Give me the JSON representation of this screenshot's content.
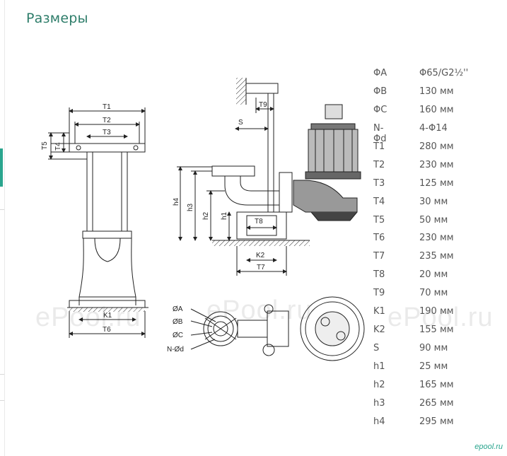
{
  "title": "Размеры",
  "specs": [
    {
      "key": "ΦA",
      "value": "Φ65/G2½''"
    },
    {
      "key": "ΦB",
      "value": "130 мм"
    },
    {
      "key": "ΦC",
      "value": "160 мм"
    },
    {
      "key": "N-Φd",
      "value": "4-Φ14"
    },
    {
      "key": "T1",
      "value": "280 мм"
    },
    {
      "key": "T2",
      "value": "230 мм"
    },
    {
      "key": "T3",
      "value": "125 мм"
    },
    {
      "key": "T4",
      "value": "30 мм"
    },
    {
      "key": "T5",
      "value": "50 мм"
    },
    {
      "key": "T6",
      "value": "230 мм"
    },
    {
      "key": "T7",
      "value": "235 мм"
    },
    {
      "key": "T8",
      "value": "20 мм"
    },
    {
      "key": "T9",
      "value": "70 мм"
    },
    {
      "key": "K1",
      "value": "190 мм"
    },
    {
      "key": "K2",
      "value": "155 мм"
    },
    {
      "key": "S",
      "value": "90 мм"
    },
    {
      "key": "h1",
      "value": "25 мм"
    },
    {
      "key": "h2",
      "value": "165 мм"
    },
    {
      "key": "h3",
      "value": "265 мм"
    },
    {
      "key": "h4",
      "value": "295 мм"
    }
  ],
  "drawing_labels": {
    "t1": "T1",
    "t2": "T2",
    "t3": "T3",
    "t4": "T4",
    "t5": "T5",
    "t6": "T6",
    "k1": "K1",
    "s": "S",
    "t9": "T9",
    "h1": "h1",
    "h2": "h2",
    "h3": "h3",
    "h4": "h4",
    "t8": "T8",
    "k2": "K2",
    "t7": "T7",
    "phi_a": "ØA",
    "phi_b": "ØB",
    "phi_c": "ØC",
    "n_phi_d": "N-Ød"
  },
  "watermark": "ePool.ru",
  "brand": "epool.ru",
  "colors": {
    "title": "#2e7d6a",
    "accent": "#2aa58e",
    "text": "#555555",
    "line": "#222222"
  }
}
